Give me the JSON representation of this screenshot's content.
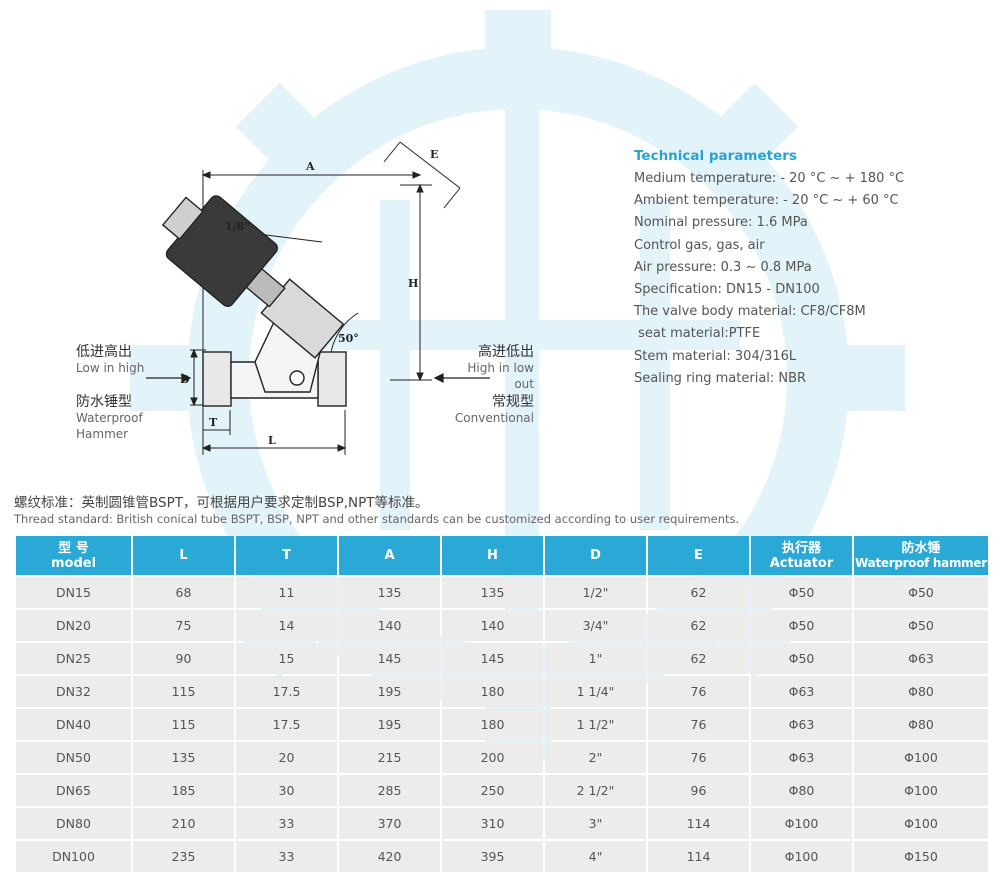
{
  "drawing": {
    "dims": {
      "A": "A",
      "E": "E",
      "H": "H",
      "D": "D",
      "T": "T",
      "L": "L",
      "thread": "1/8\"",
      "angle": "50°"
    },
    "left_labels": {
      "inlet_cn": "低进高出",
      "inlet_en": "Low in high",
      "hammer_cn": "防水锤型",
      "hammer_en1": "Waterproof",
      "hammer_en2": "Hammer"
    },
    "right_labels": {
      "inlet_cn": "高进低出",
      "inlet_en": "High in low out",
      "conv_cn": "常规型",
      "conv_en": "Conventional"
    }
  },
  "tech": {
    "title": "Technical parameters",
    "params": [
      "Medium temperature: - 20 °C ~ + 180 °C",
      "Ambient temperature: - 20 °C ~ + 60 °C",
      "Nominal pressure: 1.6 MPa",
      "Control gas, gas, air",
      "Air pressure: 0.3 ~ 0.8 MPa",
      "Specification: DN15 - DN100",
      "The valve body material: CF8/CF8M",
      " seat material:PTFE",
      "Stem material: 304/316L",
      "Sealing ring material: NBR"
    ]
  },
  "thread_standard": {
    "cn": "螺纹标准：英制圆锥管BSPT，可根据用户要求定制BSP,NPT等标准。",
    "en": "Thread standard: British conical tube BSPT, BSP, NPT and other standards can be customized according to user requirements."
  },
  "table": {
    "headers": [
      {
        "line1": "型 号",
        "line2": "model"
      },
      {
        "line1": "L",
        "line2": ""
      },
      {
        "line1": "T",
        "line2": ""
      },
      {
        "line1": "A",
        "line2": ""
      },
      {
        "line1": "H",
        "line2": ""
      },
      {
        "line1": "D",
        "line2": ""
      },
      {
        "line1": "E",
        "line2": ""
      },
      {
        "line1": "执行器",
        "line2": "Actuator"
      },
      {
        "line1": "防水锤",
        "line2": "Waterproof hammer"
      }
    ],
    "rows": [
      [
        "DN15",
        "68",
        "11",
        "135",
        "135",
        "1/2\"",
        "62",
        "Φ50",
        "Φ50"
      ],
      [
        "DN20",
        "75",
        "14",
        "140",
        "140",
        "3/4\"",
        "62",
        "Φ50",
        "Φ50"
      ],
      [
        "DN25",
        "90",
        "15",
        "145",
        "145",
        "1\"",
        "62",
        "Φ50",
        "Φ63"
      ],
      [
        "DN32",
        "115",
        "17.5",
        "195",
        "180",
        "1 1/4\"",
        "76",
        "Φ63",
        "Φ80"
      ],
      [
        "DN40",
        "115",
        "17.5",
        "195",
        "180",
        "1 1/2\"",
        "76",
        "Φ63",
        "Φ80"
      ],
      [
        "DN50",
        "135",
        "20",
        "215",
        "200",
        "2\"",
        "76",
        "Φ63",
        "Φ100"
      ],
      [
        "DN65",
        "185",
        "30",
        "285",
        "250",
        "2 1/2\"",
        "96",
        "Φ80",
        "Φ100"
      ],
      [
        "DN80",
        "210",
        "33",
        "370",
        "310",
        "3\"",
        "114",
        "Φ100",
        "Φ100"
      ],
      [
        "DN100",
        "235",
        "33",
        "420",
        "395",
        "4\"",
        "114",
        "Φ100",
        "Φ150"
      ]
    ]
  },
  "colors": {
    "accent": "#2aa9d6",
    "title_blue": "#2aa3cf",
    "cell_bg": "#ececec",
    "watermark": "#e3f3fa"
  }
}
